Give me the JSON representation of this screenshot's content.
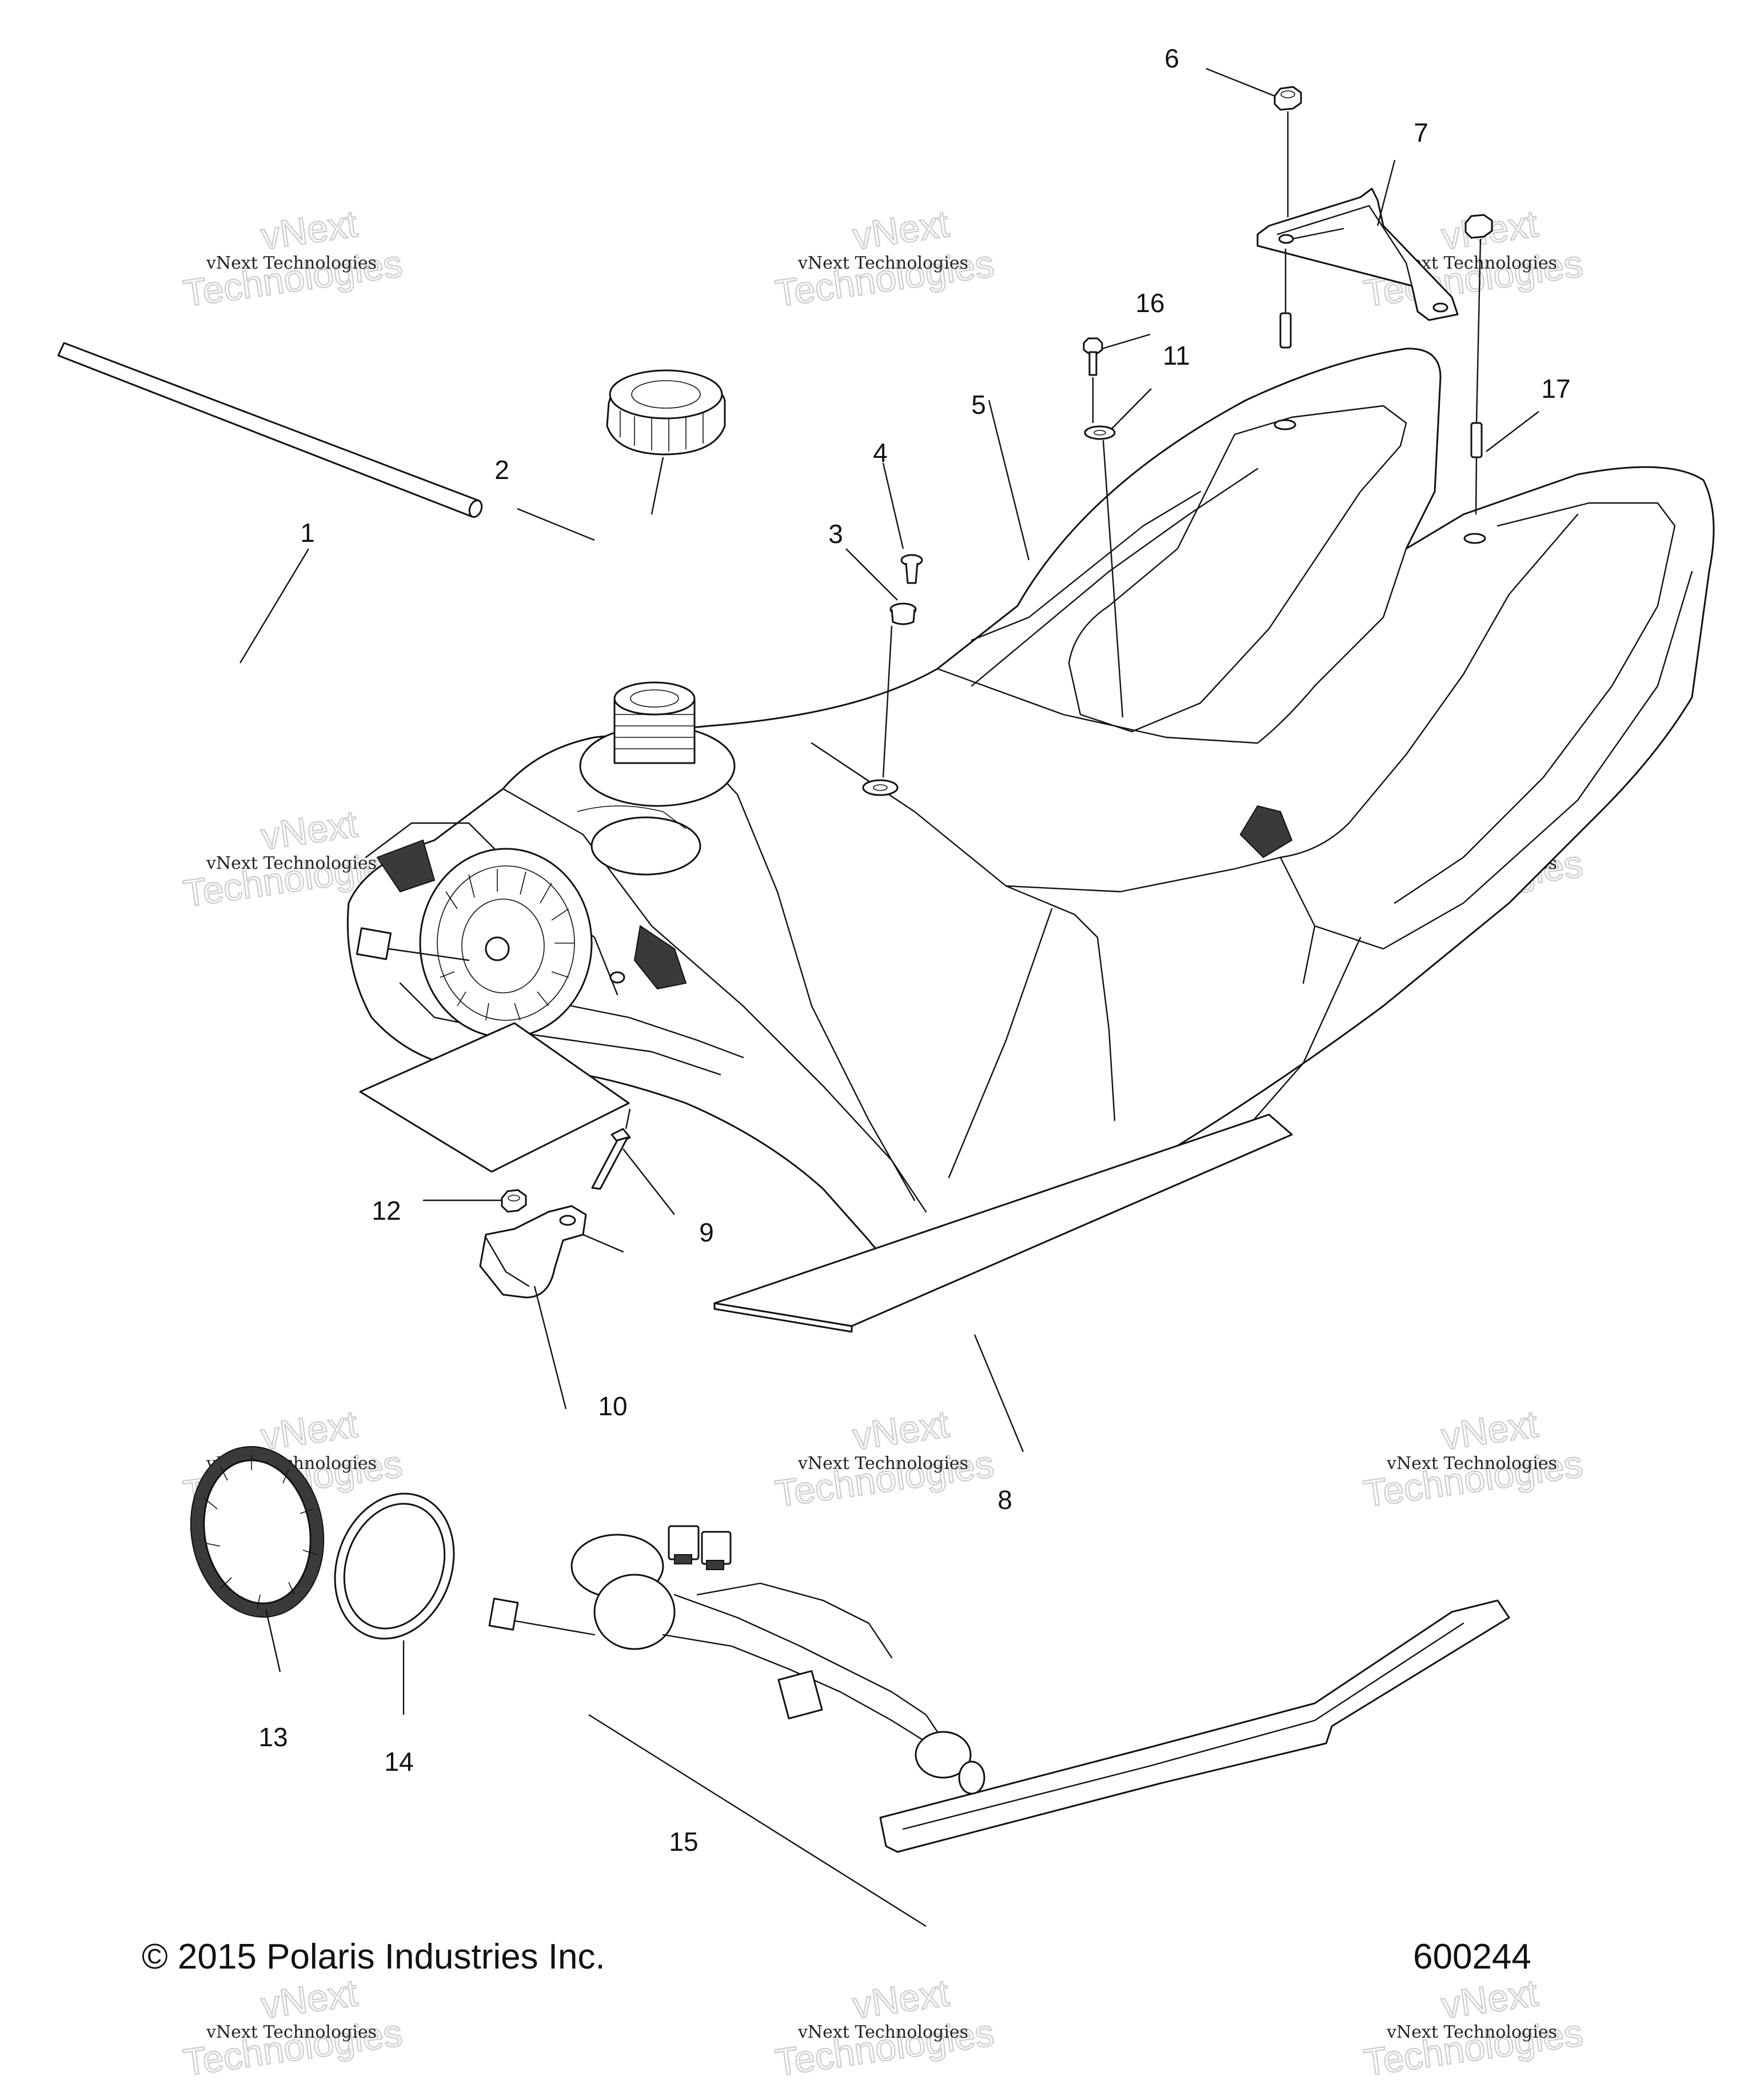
{
  "diagram": {
    "copyright": "© 2015 Polaris Industries Inc.",
    "part_number": "600244",
    "callouts": [
      "1",
      "2",
      "3",
      "4",
      "5",
      "6",
      "7",
      "8",
      "9",
      "10",
      "11",
      "12",
      "13",
      "14",
      "15",
      "16",
      "17"
    ],
    "watermark": {
      "line1": "vNext Technologies",
      "line2": "vNext",
      "line3": "Technologies"
    }
  }
}
